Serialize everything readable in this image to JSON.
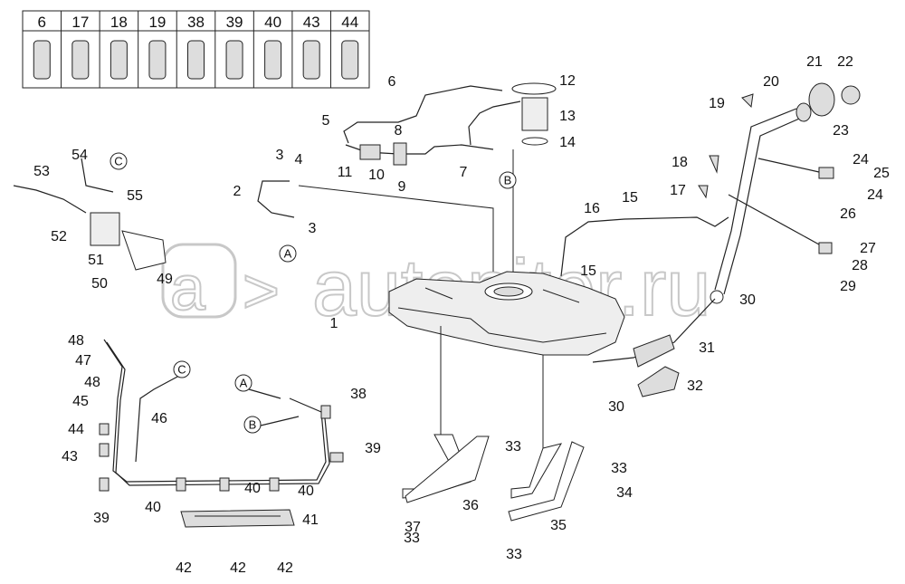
{
  "legend_table": {
    "headers": [
      "6",
      "17",
      "18",
      "19",
      "38",
      "39",
      "40",
      "43",
      "44"
    ]
  },
  "watermark": "autopiter.ru",
  "callouts": [
    "6",
    "5",
    "8",
    "11",
    "10",
    "9",
    "7",
    "12",
    "13",
    "14",
    "B",
    "3",
    "4",
    "2",
    "3",
    "A",
    "54",
    "C",
    "55",
    "53",
    "52",
    "51",
    "49",
    "50",
    "16",
    "15",
    "15",
    "1",
    "21",
    "22",
    "20",
    "19",
    "23",
    "18",
    "17",
    "24",
    "25",
    "24",
    "26",
    "27",
    "28",
    "29",
    "30",
    "31",
    "30",
    "32",
    "48",
    "47",
    "48",
    "45",
    "46",
    "44",
    "43",
    "C",
    "A",
    "B",
    "38",
    "39",
    "39",
    "40",
    "40",
    "40",
    "41",
    "42",
    "42",
    "42",
    "33",
    "36",
    "37",
    "33",
    "33",
    "34",
    "35",
    "33"
  ]
}
